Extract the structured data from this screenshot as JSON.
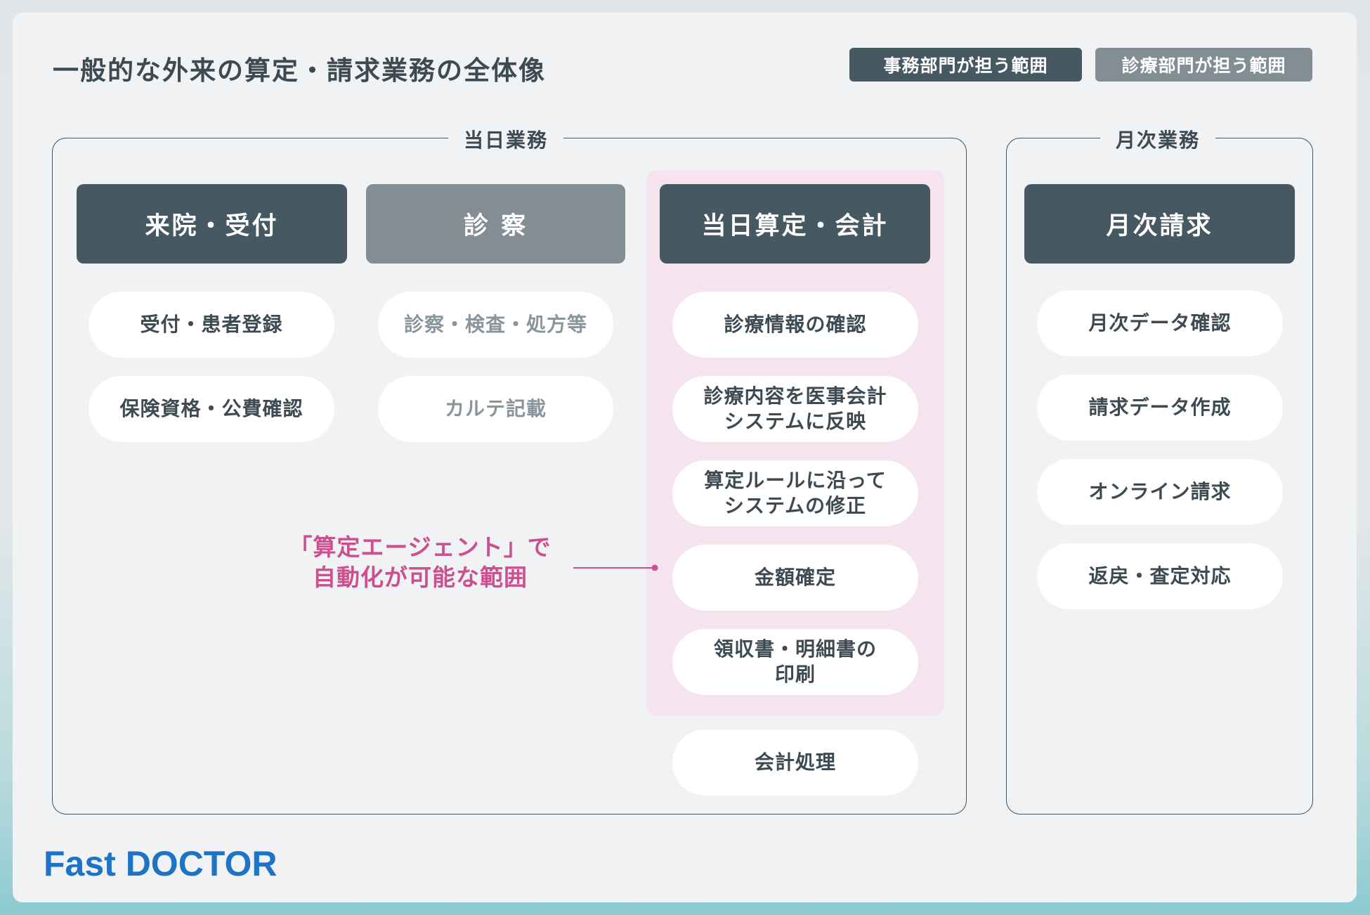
{
  "title": "一般的な外来の算定・請求業務の全体像",
  "legend": {
    "admin": "事務部門が担う範囲",
    "clinical": "診療部門が担う範囲"
  },
  "colors": {
    "admin": "#465862",
    "clinical": "#828e94",
    "agent_area": "#f5e3ee",
    "agent_text": "#cc4f8f",
    "brand": "#1e73c4"
  },
  "groups": {
    "daily": "当日業務",
    "monthly": "月次業務"
  },
  "columns": {
    "reception": {
      "header": "来院・受付",
      "items": [
        "受付・患者登録",
        "保険資格・公費確認"
      ]
    },
    "consultation": {
      "header": "診 察",
      "items": [
        "診察・検査・処方等",
        "カルテ記載"
      ]
    },
    "billing": {
      "header": "当日算定・会計",
      "items": [
        "診療情報の確認",
        "診療内容を医事会計\nシステムに反映",
        "算定ルールに沿って\nシステムの修正",
        "金額確定",
        "領収書・明細書の\n印刷",
        "会計処理"
      ]
    },
    "monthly": {
      "header": "月次請求",
      "items": [
        "月次データ確認",
        "請求データ作成",
        "オンライン請求",
        "返戻・査定対応"
      ]
    }
  },
  "agent_label": "「算定エージェント」で\n自動化が可能な範囲",
  "logo": "Fast DOCTOR"
}
